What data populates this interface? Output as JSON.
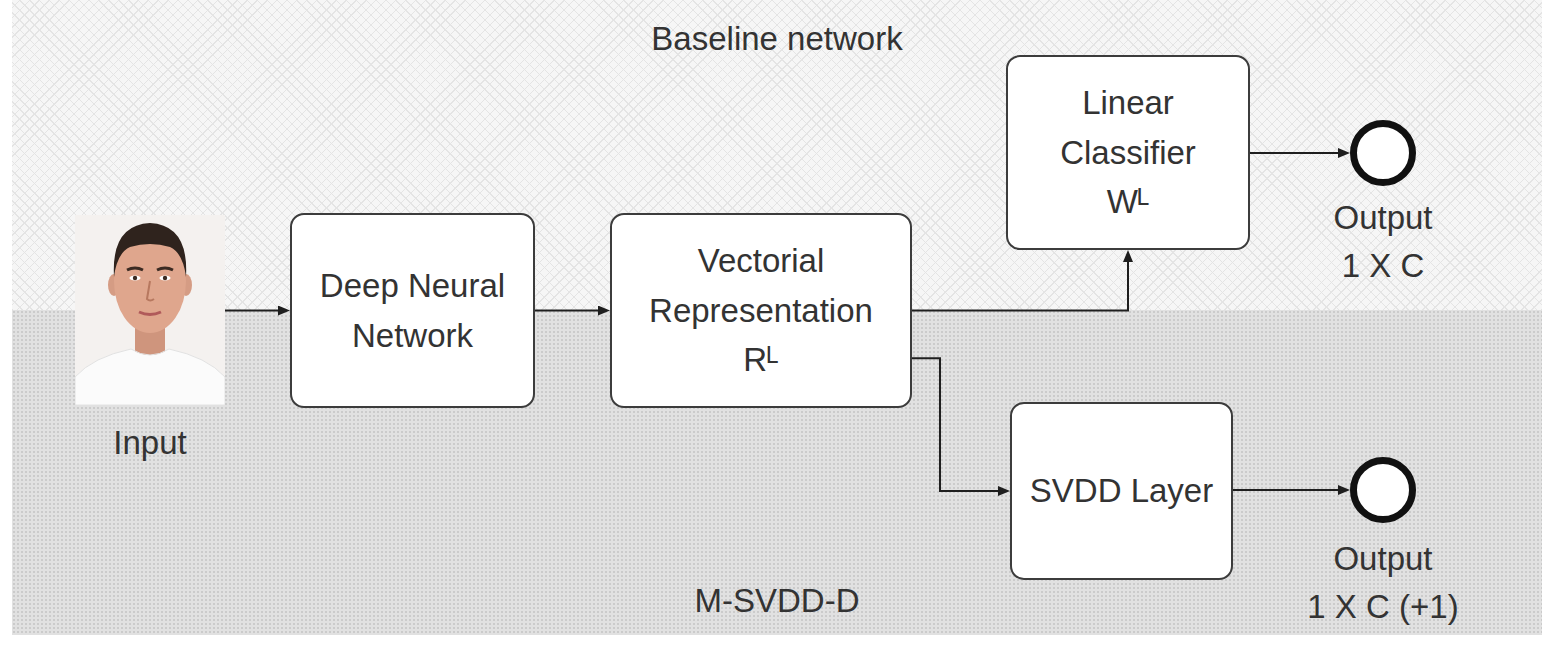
{
  "diagram": {
    "nodes": [
      {
        "text": [
          "Baseline network"
        ]
      },
      {
        "text": [
          "M-SVDD-D"
        ]
      },
      {
        "text": [
          "Input"
        ]
      },
      {
        "text": [
          "Deep Neural Network"
        ]
      },
      {
        "text": [
          "Vectorial Representation",
          "Rᴸ"
        ]
      },
      {
        "text": [
          "Linear Classifier",
          "Wᴸ"
        ],
        "in": 0
      },
      {
        "text": [
          "Output 1 X C"
        ],
        "in": 0
      },
      {
        "text": [
          "SVDD Layer"
        ],
        "in": 1
      },
      {
        "text": [
          "Output 1 X C (+1)"
        ],
        "in": 1
      }
    ],
    "edges": [
      {
        "from": 2,
        "to": 3,
        "arrow": "to"
      },
      {
        "from": 3,
        "to": 4,
        "arrow": "to"
      },
      {
        "from": 4,
        "to": 5,
        "arrow": "to"
      },
      {
        "from": 5,
        "to": 6,
        "arrow": "to"
      },
      {
        "from": 4,
        "to": 7,
        "arrow": "to"
      },
      {
        "from": 7,
        "to": 8,
        "arrow": "to"
      }
    ]
  }
}
